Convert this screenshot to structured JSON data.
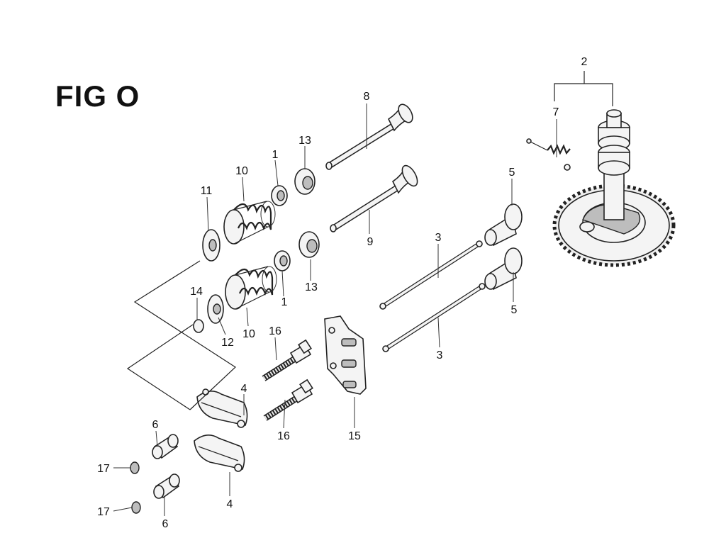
{
  "figure": {
    "title": "FIG O"
  },
  "callouts": [
    {
      "id": "c2",
      "label": "2"
    },
    {
      "id": "c7",
      "label": "7"
    },
    {
      "id": "c8",
      "label": "8"
    },
    {
      "id": "c13a",
      "label": "13"
    },
    {
      "id": "c1a",
      "label": "1"
    },
    {
      "id": "c10a",
      "label": "10"
    },
    {
      "id": "c11",
      "label": "11"
    },
    {
      "id": "c9",
      "label": "9"
    },
    {
      "id": "c5a",
      "label": "5"
    },
    {
      "id": "c3a",
      "label": "3"
    },
    {
      "id": "c13b",
      "label": "13"
    },
    {
      "id": "c1b",
      "label": "1"
    },
    {
      "id": "c14",
      "label": "14"
    },
    {
      "id": "c12",
      "label": "12"
    },
    {
      "id": "c10b",
      "label": "10"
    },
    {
      "id": "c5b",
      "label": "5"
    },
    {
      "id": "c16a",
      "label": "16"
    },
    {
      "id": "c3b",
      "label": "3"
    },
    {
      "id": "c4a",
      "label": "4"
    },
    {
      "id": "c16b",
      "label": "16"
    },
    {
      "id": "c15",
      "label": "15"
    },
    {
      "id": "c6a",
      "label": "6"
    },
    {
      "id": "c17a",
      "label": "17"
    },
    {
      "id": "c4b",
      "label": "4"
    },
    {
      "id": "c17b",
      "label": "17"
    },
    {
      "id": "c6b",
      "label": "6"
    }
  ]
}
